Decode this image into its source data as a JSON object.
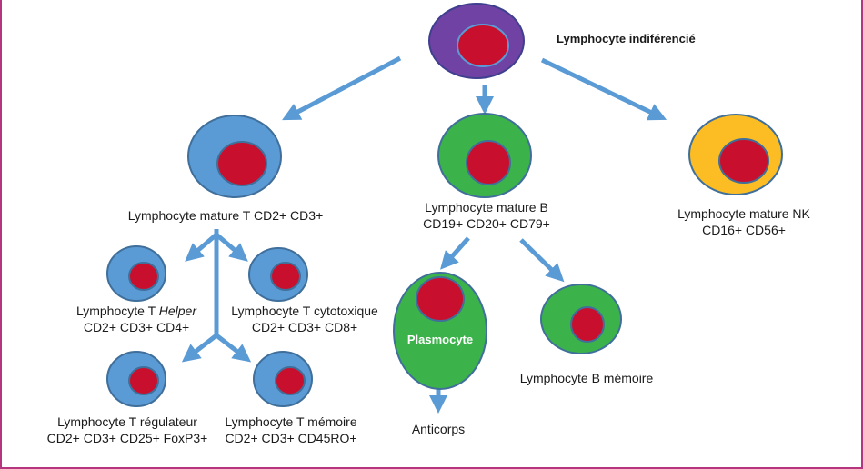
{
  "colors": {
    "arrow": "#5b9bd5",
    "t_cell": "#5b9bd5",
    "b_cell": "#3bb34a",
    "nk_cell": "#fbbd23",
    "stem_cell": "#7042a3",
    "nucleus": "#c8102e",
    "outline": "#3f6f9a",
    "frame": "#b5367f"
  },
  "nodes": {
    "stem": {
      "title": "Lymphocyte indiférencié"
    },
    "t_mature": {
      "title": "Lymphocyte mature T CD2+ CD3+"
    },
    "b_mature": {
      "title": "Lymphocyte mature B",
      "markers": "CD19+ CD20+ CD79+"
    },
    "nk_mature": {
      "title": "Lymphocyte mature NK",
      "markers": "CD16+ CD56+"
    },
    "t_helper": {
      "title_prefix": "Lymphocyte T ",
      "title_italic": "Helper",
      "markers": "CD2+ CD3+ CD4+"
    },
    "t_cyto": {
      "title": "Lymphocyte T cytotoxique",
      "markers": "CD2+ CD3+ CD8+"
    },
    "t_reg": {
      "title": "Lymphocyte T régulateur",
      "markers": "CD2+ CD3+ CD25+ FoxP3+"
    },
    "t_mem": {
      "title": "Lymphocyte T mémoire",
      "markers": "CD2+ CD3+ CD45RO+"
    },
    "plasmocyte": {
      "title": "Plasmocyte"
    },
    "b_mem": {
      "title": "Lymphocyte B mémoire"
    },
    "anticorps": {
      "title": "Anticorps"
    }
  }
}
